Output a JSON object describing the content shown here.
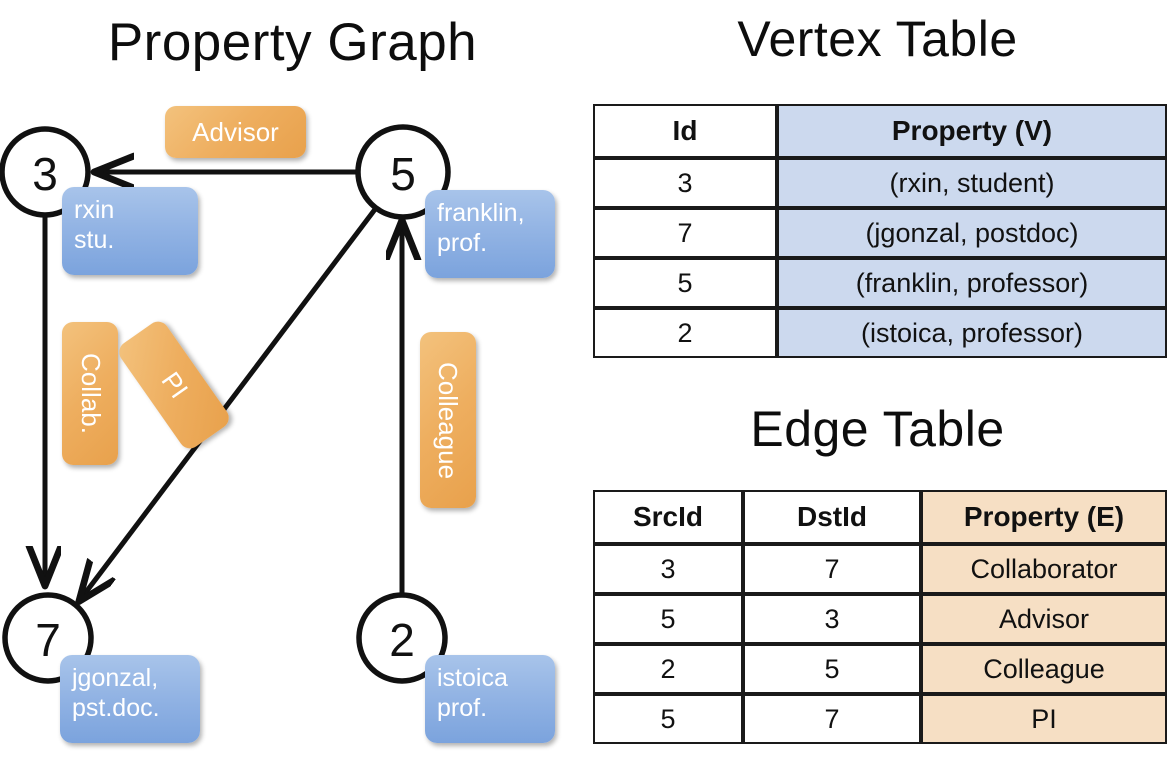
{
  "titles": {
    "property_graph": "Property Graph",
    "vertex_table": "Vertex Table",
    "edge_table": "Edge Table"
  },
  "colors": {
    "vertex_property_fill": "#ccd9ee",
    "edge_property_fill": "#f6dfc4",
    "node_box_blue": "#93b4e4",
    "edge_label_orange": "#eeae5f",
    "stroke": "#111111",
    "background": "#ffffff"
  },
  "graph": {
    "nodes": [
      {
        "id": "3",
        "property": "rxin\nstu."
      },
      {
        "id": "5",
        "property": "franklin,\nprof."
      },
      {
        "id": "7",
        "property": "jgonzal,\npst.doc."
      },
      {
        "id": "2",
        "property": "istoica\nprof."
      }
    ],
    "edge_labels": [
      {
        "name": "advisor",
        "text": "Advisor",
        "orientation": "horizontal"
      },
      {
        "name": "collab",
        "text": "Collab.",
        "orientation": "vertical"
      },
      {
        "name": "pi",
        "text": "PI",
        "orientation": "diagonal"
      },
      {
        "name": "colleague",
        "text": "Colleague",
        "orientation": "vertical"
      }
    ],
    "edges": [
      {
        "from": "5",
        "to": "3",
        "label": "Advisor"
      },
      {
        "from": "3",
        "to": "7",
        "label": "Collab."
      },
      {
        "from": "5",
        "to": "7",
        "label": "PI"
      },
      {
        "from": "2",
        "to": "5",
        "label": "Colleague"
      }
    ]
  },
  "vertex_table": {
    "columns": [
      "Id",
      "Property (V)"
    ],
    "rows": [
      {
        "id": "3",
        "property": "(rxin, student)"
      },
      {
        "id": "7",
        "property": "(jgonzal, postdoc)"
      },
      {
        "id": "5",
        "property": "(franklin, professor)"
      },
      {
        "id": "2",
        "property": "(istoica, professor)"
      }
    ]
  },
  "edge_table": {
    "columns": [
      "SrcId",
      "DstId",
      "Property (E)"
    ],
    "rows": [
      {
        "src": "3",
        "dst": "7",
        "property": "Collaborator"
      },
      {
        "src": "5",
        "dst": "3",
        "property": "Advisor"
      },
      {
        "src": "2",
        "dst": "5",
        "property": "Colleague"
      },
      {
        "src": "5",
        "dst": "7",
        "property": "PI"
      }
    ]
  }
}
